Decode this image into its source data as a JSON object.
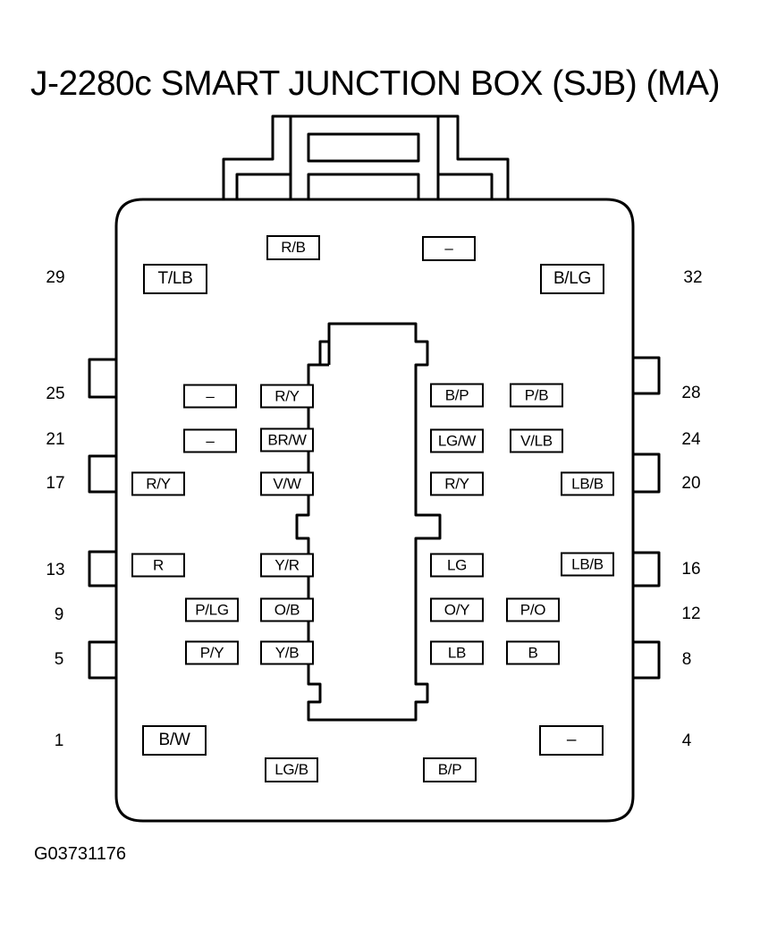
{
  "title": "J-2280c SMART JUNCTION BOX (SJB) (MA)",
  "figure_id": "G03731176",
  "pin_numbers": [
    {
      "id": "29",
      "label": "29"
    },
    {
      "id": "32",
      "label": "32"
    },
    {
      "id": "25",
      "label": "25"
    },
    {
      "id": "28",
      "label": "28"
    },
    {
      "id": "21",
      "label": "21"
    },
    {
      "id": "24",
      "label": "24"
    },
    {
      "id": "17",
      "label": "17"
    },
    {
      "id": "20",
      "label": "20"
    },
    {
      "id": "13",
      "label": "13"
    },
    {
      "id": "16",
      "label": "16"
    },
    {
      "id": "9",
      "label": "9"
    },
    {
      "id": "12",
      "label": "12"
    },
    {
      "id": "5",
      "label": "5"
    },
    {
      "id": "8",
      "label": "8"
    },
    {
      "id": "1",
      "label": "1"
    },
    {
      "id": "4",
      "label": "4"
    }
  ],
  "wires": [
    {
      "id": "w-top-left",
      "label": "R/B"
    },
    {
      "id": "w-top-right",
      "label": "–"
    },
    {
      "id": "w-29",
      "label": "T/LB"
    },
    {
      "id": "w-32",
      "label": "B/LG"
    },
    {
      "id": "w-25a",
      "label": "–"
    },
    {
      "id": "w-25b",
      "label": "R/Y"
    },
    {
      "id": "w-28a",
      "label": "B/P"
    },
    {
      "id": "w-28b",
      "label": "P/B"
    },
    {
      "id": "w-21a",
      "label": "–"
    },
    {
      "id": "w-21b",
      "label": "BR/W"
    },
    {
      "id": "w-24a",
      "label": "LG/W"
    },
    {
      "id": "w-24b",
      "label": "V/LB"
    },
    {
      "id": "w-17a",
      "label": "R/Y"
    },
    {
      "id": "w-17b",
      "label": "V/W"
    },
    {
      "id": "w-20a",
      "label": "R/Y"
    },
    {
      "id": "w-20b",
      "label": "LB/B"
    },
    {
      "id": "w-13a",
      "label": "R"
    },
    {
      "id": "w-13b",
      "label": "Y/R"
    },
    {
      "id": "w-16a",
      "label": "LG"
    },
    {
      "id": "w-16b",
      "label": "LB/B"
    },
    {
      "id": "w-9a",
      "label": "P/LG"
    },
    {
      "id": "w-9b",
      "label": "O/B"
    },
    {
      "id": "w-12a",
      "label": "O/Y"
    },
    {
      "id": "w-12b",
      "label": "P/O"
    },
    {
      "id": "w-5a",
      "label": "P/Y"
    },
    {
      "id": "w-5b",
      "label": "Y/B"
    },
    {
      "id": "w-8a",
      "label": "LB"
    },
    {
      "id": "w-8b",
      "label": "B"
    },
    {
      "id": "w-1",
      "label": "B/W"
    },
    {
      "id": "w-4",
      "label": "–"
    },
    {
      "id": "w-bot-left",
      "label": "LG/B"
    },
    {
      "id": "w-bot-right",
      "label": "B/P"
    }
  ]
}
